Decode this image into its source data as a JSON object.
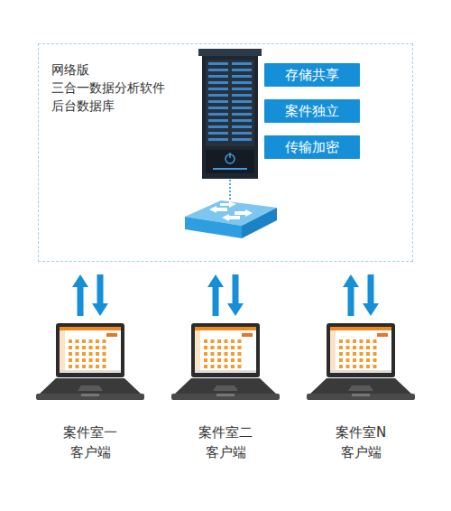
{
  "diagram": {
    "nodes": [
      {
        "text": [
          "网络版 三合一数据分析软件 后台数据库"
        ]
      },
      {
        "text": [
          "存储共享"
        ],
        "in": 0
      },
      {
        "text": [
          "案件独立"
        ],
        "in": 0
      },
      {
        "text": [
          "传输加密"
        ],
        "in": 0
      },
      {
        "text": [
          "案件室一 客户端"
        ]
      },
      {
        "text": [
          "案件室二 客户端"
        ]
      },
      {
        "text": [
          "案件室N 客户端"
        ]
      }
    ],
    "edges": [
      {
        "from": 0,
        "to": 4,
        "arrow": "both"
      },
      {
        "from": 0,
        "to": 5,
        "arrow": "both"
      },
      {
        "from": 0,
        "to": 6,
        "arrow": "both"
      }
    ]
  }
}
